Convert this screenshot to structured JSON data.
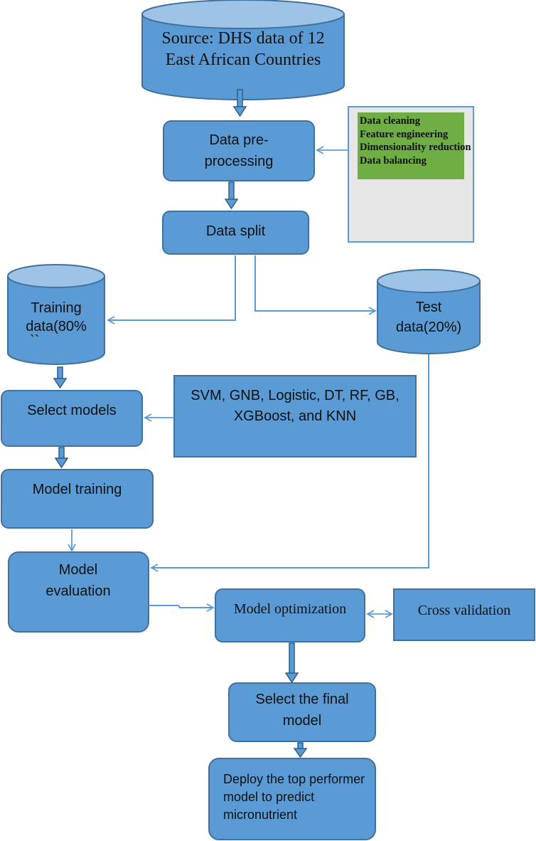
{
  "nodes": {
    "source": "Source: DHS data of 12 East African Countries",
    "preprocessing": "Data pre-processing",
    "split": "Data split",
    "training_line1": "Training",
    "training_line2": "data(80%",
    "training_line3": "``",
    "test": "Test data(20%)",
    "select_models": "Select models",
    "model_list": "SVM, GNB, Logistic, DT, RF, GB, XGBoost, and KNN",
    "model_training": "Model training",
    "model_evaluation": "Model evaluation",
    "model_optimization": "Model optimization",
    "cross_validation": "Cross validation",
    "select_final": "Select the final model",
    "deploy": "Deploy the top performer model to predict micronutrient"
  },
  "preprocessing_steps": [
    "Data cleaning",
    "Feature engineering",
    "Dimensionality reduction",
    "Data balancing"
  ],
  "colors": {
    "box_fill": "#5b9bd5",
    "box_stroke": "#41719c",
    "cylinder_top": "#9dc3e6",
    "notes_fill": "#6fae45",
    "panel_fill": "#e6e6e6",
    "thin_arrow": "#5b9bd5",
    "thick_arrow": "#2e5f8a"
  }
}
